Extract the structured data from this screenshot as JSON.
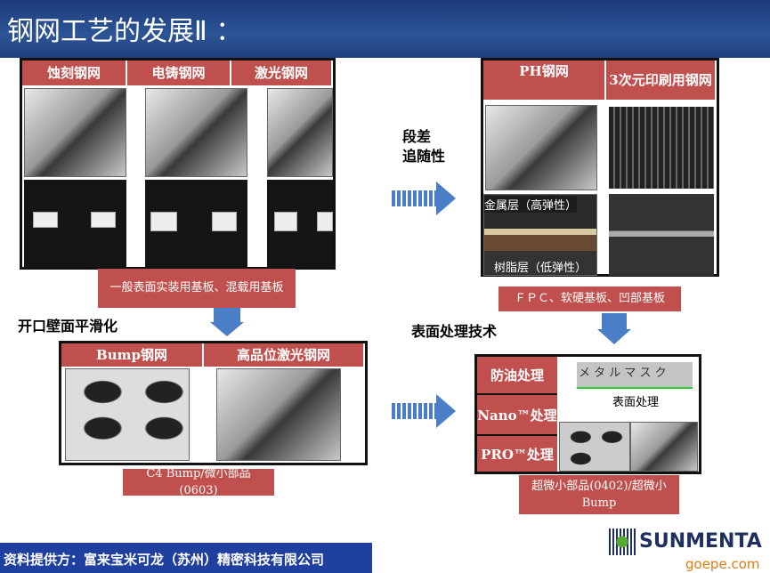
{
  "title": "钢网工艺的发展Ⅱ ：",
  "panel1": {
    "headers": [
      "蚀刻钢网",
      "电铸钢网",
      "激光钢网"
    ],
    "caption": "一般表面实装用基板、混载用基板"
  },
  "label_smooth": "开口壁面平滑化",
  "panel2": {
    "headers": [
      "Bump钢网",
      "高品位激光钢网"
    ],
    "caption": "C4 Bump/微小部品(0603)"
  },
  "label_step": "段差\n追随性",
  "panel3": {
    "headers": [
      "PH钢网",
      "3次元印刷用钢网"
    ],
    "metal_layer": "金属层（高弹性）",
    "resin_layer": "树脂层（低弹性）",
    "caption": "ＦＰＣ、软硬基板、凹部基板"
  },
  "label_surface": "表面处理技术",
  "panel4": {
    "items": [
      "防油处理",
      "Nano™处理",
      "PRO™处理"
    ],
    "mask_text": "メ タ ル マ ス ク",
    "surface_label": "表面处理",
    "caption": "超微小部品(0402)/超微小Bump"
  },
  "footer": "资料提供方：富来宝米可龙（苏州）精密科技有限公司",
  "logo": "SUNMENTA",
  "watermark": "goepe.com",
  "colors": {
    "accent": "#c0504d",
    "header": "#2c5597",
    "arrow": "#4a7fc8"
  }
}
